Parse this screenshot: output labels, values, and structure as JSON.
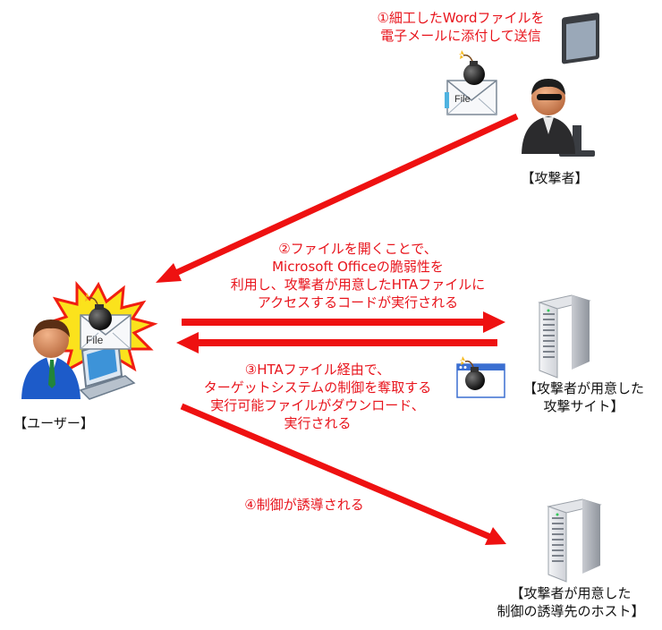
{
  "colors": {
    "arrow": "#ee1111",
    "annotation": "#e8141c",
    "label": "#111111"
  },
  "step1": {
    "line1": "①細工したWordファイルを",
    "line2": "電子メールに添付して送信"
  },
  "step2": {
    "line1": "②ファイルを開くことで、",
    "line2": "Microsoft Officeの脆弱性を",
    "line3": "利用し、攻撃者が用意したHTAファイルに",
    "line4": "アクセスするコードが実行される"
  },
  "step3": {
    "line1": "③HTAファイル経由で、",
    "line2": "ターゲットシステムの制御を奪取する",
    "line3": "実行可能ファイルがダウンロード、",
    "line4": "実行される"
  },
  "step4": {
    "line1": "④制御が誘導される"
  },
  "attacker": {
    "label": "【攻撃者】"
  },
  "user": {
    "label": "【ユーザー】"
  },
  "attack_site": {
    "line1": "【攻撃者が用意した",
    "line2": "攻撃サイト】"
  },
  "control_host": {
    "line1": "【攻撃者が用意した",
    "line2": "制御の誘導先のホスト】"
  },
  "icons": {
    "envelope": "envelope-icon",
    "bomb": "bomb-icon",
    "explosion": "explosion-icon",
    "server": "server-icon",
    "browser": "browser-window-icon",
    "file_caption": "File"
  }
}
